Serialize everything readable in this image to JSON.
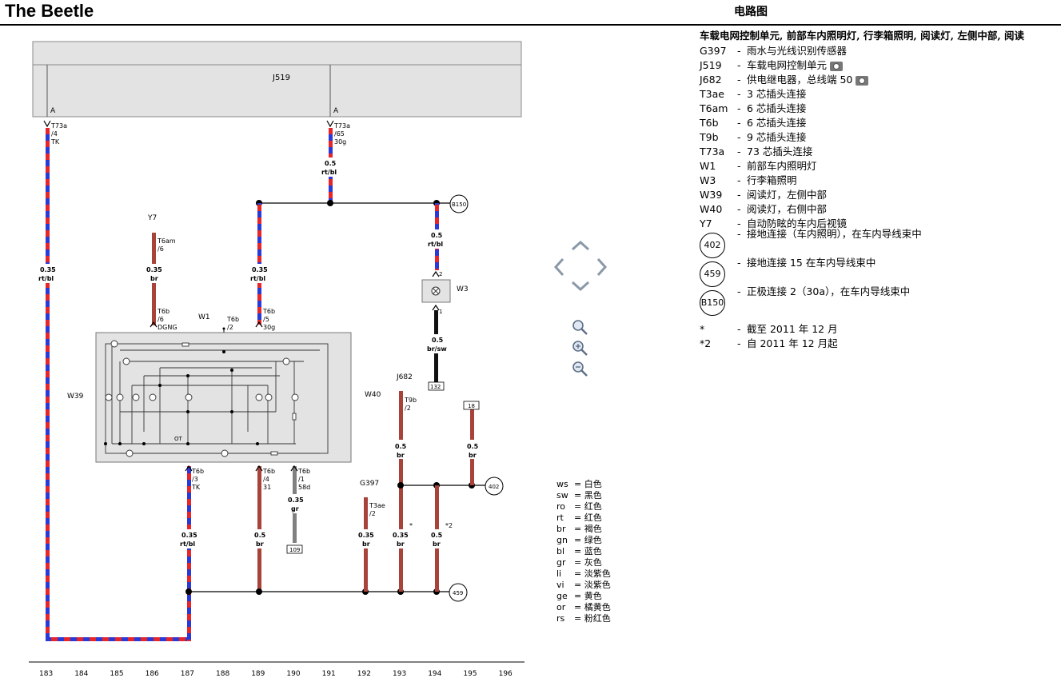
{
  "app": {
    "title": "The Beetle"
  },
  "diagram": {
    "title": "电路图",
    "legend_heading": "车载电网控制单元, 前部车内照明灯, 行李箱照明, 阅读灯, 左侧中部, 阅读",
    "legend": [
      {
        "code": "G397",
        "desc": "雨水与光线识别传感器",
        "camera": false
      },
      {
        "code": "J519",
        "desc": "车载电网控制单元",
        "camera": true
      },
      {
        "code": "J682",
        "desc": "供电继电器，总线端 50",
        "camera": true
      },
      {
        "code": "T3ae",
        "desc": "3 芯插头连接",
        "camera": false
      },
      {
        "code": "T6am",
        "desc": "6 芯插头连接",
        "camera": false
      },
      {
        "code": "T6b",
        "desc": "6 芯插头连接",
        "camera": false
      },
      {
        "code": "T9b",
        "desc": "9 芯插头连接",
        "camera": false
      },
      {
        "code": "T73a",
        "desc": "73 芯插头连接",
        "camera": false
      },
      {
        "code": "W1",
        "desc": "前部车内照明灯",
        "camera": false
      },
      {
        "code": "W3",
        "desc": "行李箱照明",
        "camera": false
      },
      {
        "code": "W39",
        "desc": "阅读灯，左侧中部",
        "camera": false
      },
      {
        "code": "W40",
        "desc": "阅读灯，右侧中部",
        "camera": false
      },
      {
        "code": "Y7",
        "desc": "自动防眩的车内后视镜",
        "camera": false
      }
    ],
    "circle_legend": [
      {
        "code": "402",
        "desc": "接地连接（车内照明），在车内导线束中"
      },
      {
        "code": "459",
        "desc": "接地连接 15 在车内导线束中"
      },
      {
        "code": "B150",
        "desc": "正极连接 2（30a），在车内导线束中"
      }
    ],
    "footnotes": [
      {
        "mark": "*",
        "desc": "截至  2011 年  12 月"
      },
      {
        "mark": "*2",
        "desc": "自  2011 年  12 月起"
      }
    ],
    "color_key": [
      {
        "code": "ws",
        "name": "白色"
      },
      {
        "code": "sw",
        "name": "黑色"
      },
      {
        "code": "ro",
        "name": "红色"
      },
      {
        "code": "rt",
        "name": "红色"
      },
      {
        "code": "br",
        "name": "褐色"
      },
      {
        "code": "gn",
        "name": "绿色"
      },
      {
        "code": "bl",
        "name": "蓝色"
      },
      {
        "code": "gr",
        "name": "灰色"
      },
      {
        "code": "li",
        "name": "淡紫色"
      },
      {
        "code": "vi",
        "name": "淡紫色"
      },
      {
        "code": "ge",
        "name": "黄色"
      },
      {
        "code": "or",
        "name": "橘黄色"
      },
      {
        "code": "rs",
        "name": "粉红色"
      }
    ],
    "ruler": [
      "183",
      "184",
      "185",
      "186",
      "187",
      "188",
      "189",
      "190",
      "191",
      "192",
      "193",
      "194",
      "195",
      "196"
    ],
    "labels": {
      "j519": "J519",
      "pin_a": "A",
      "t73a_4": "T73a",
      "t73a_4b": "/4",
      "t73a_4c": "TK",
      "t73a_65": "T73a",
      "t73a_65b": "/65",
      "t73a_65c": "30g",
      "w_035": "0.35",
      "w_05": "0.5",
      "rtbl": "rt/bl",
      "br": "br",
      "brsw": "br/sw",
      "gr": "gr",
      "y7": "Y7",
      "t6am": "T6am",
      "t6am_b": "/6",
      "w1": "W1",
      "t6b": "T6b",
      "s2": "/2",
      "s6": "/6",
      "s5": "/5",
      "s3": "/3",
      "s4": "/4",
      "s1": "/1",
      "dgng": "DGNG",
      "g30g": "30g",
      "tk": "TK",
      "n31": "31",
      "n58d": "58d",
      "w39": "W39",
      "w40": "W40",
      "w3": "W3",
      "j682": "J682",
      "t9b": "T9b",
      "g397": "G397",
      "t3ae": "T3ae",
      "b150": "B150",
      "n402": "402",
      "n459": "459",
      "n132": "132",
      "n109": "109",
      "n18": "18",
      "ot": "OT",
      "star": "*",
      "star2": "*2",
      "pin2": "2",
      "pin1": "1"
    },
    "wire_colors": {
      "red": "#e5262b",
      "blue": "#2a3ad6",
      "brown": "#a8433a",
      "gray": "#808080",
      "black": "#000000"
    }
  }
}
